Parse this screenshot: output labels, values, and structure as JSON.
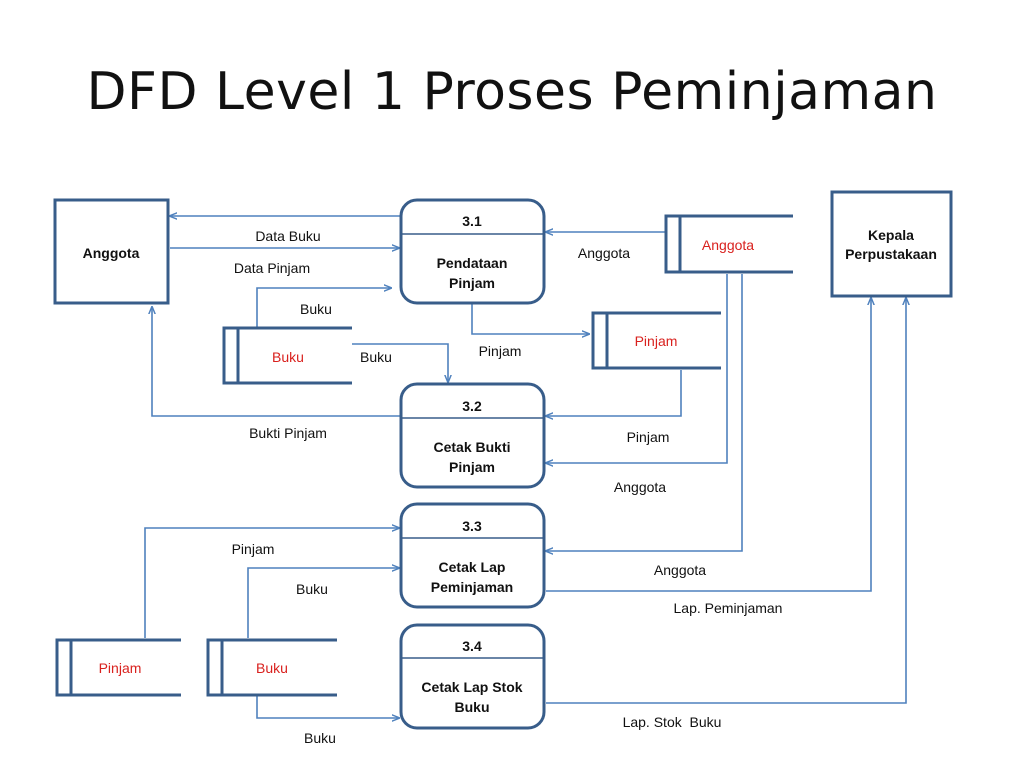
{
  "title": "DFD Level 1 Proses Peminjaman",
  "colors": {
    "outline": "#385d8a",
    "flow": "#4f81bd",
    "store_text": "#d9211e",
    "text": "#111111"
  },
  "entities": {
    "anggota": "Anggota",
    "kepala": [
      "Kepala",
      "Perpustakaan"
    ]
  },
  "processes": [
    {
      "id": "3.1",
      "name": [
        "Pendataan",
        "Pinjam"
      ]
    },
    {
      "id": "3.2",
      "name": [
        "Cetak  Bukti",
        "Pinjam"
      ]
    },
    {
      "id": "3.3",
      "name": [
        "Cetak Lap",
        "Peminjaman"
      ]
    },
    {
      "id": "3.4",
      "name": [
        "Cetak Lap Stok",
        "Buku"
      ]
    }
  ],
  "stores": {
    "anggota": "Anggota",
    "pinjam_top": "Pinjam",
    "buku_top": "Buku",
    "pinjam_bottom": "Pinjam",
    "buku_bottom": "Buku"
  },
  "flows": {
    "data_buku": "Data Buku",
    "data_pinjam": "Data Pinjam",
    "buku_to_31": "Buku",
    "buku_to_32": "Buku",
    "anggota_to_31": "Anggota",
    "pinjam_31": "Pinjam",
    "bukti_pinjam": "Bukti Pinjam",
    "pinjam_to_32": "Pinjam",
    "anggota_to_32": "Anggota",
    "pinjam_to_33": "Pinjam",
    "buku_to_33": "Buku",
    "anggota_to_33": "Anggota",
    "lap_peminjaman": "Lap. Peminjaman",
    "buku_to_34": "Buku",
    "lap_stok_buku": "Lap. Stok  Buku"
  }
}
